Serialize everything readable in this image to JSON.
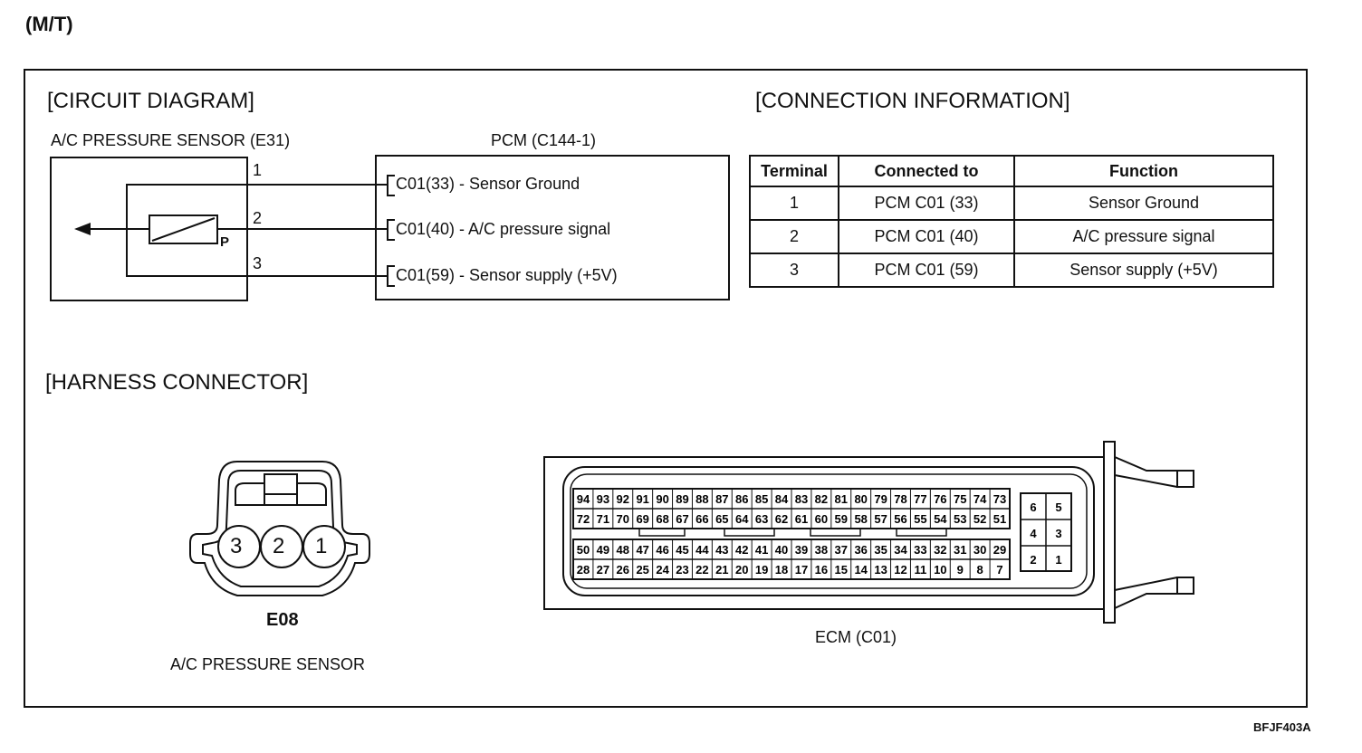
{
  "header": {
    "variant": "(M/T)"
  },
  "circuit": {
    "title": "[CIRCUIT DIAGRAM]",
    "sensor_label": "A/C PRESSURE SENSOR (E31)",
    "pcm_label": "PCM (C144-1)",
    "pin_numbers": [
      "1",
      "2",
      "3"
    ],
    "p_label": "P",
    "pcm_terminals": [
      "C01(33) - Sensor Ground",
      "C01(40) - A/C pressure signal",
      "C01(59) - Sensor supply (+5V)"
    ]
  },
  "connection": {
    "title": "[CONNECTION INFORMATION]",
    "headers": [
      "Terminal",
      "Connected to",
      "Function"
    ],
    "rows": [
      [
        "1",
        "PCM C01 (33)",
        "Sensor Ground"
      ],
      [
        "2",
        "PCM C01 (40)",
        "A/C pressure signal"
      ],
      [
        "3",
        "PCM C01 (59)",
        "Sensor supply (+5V)"
      ]
    ]
  },
  "harness": {
    "title": "[HARNESS CONNECTOR]",
    "e08_pins": [
      "3",
      "2",
      "1"
    ],
    "e08_code": "E08",
    "e08_name": "A/C PRESSURE SENSOR",
    "ecm_label": "ECM  (C01)",
    "ecm_rows": [
      [
        "94",
        "93",
        "92",
        "91",
        "90",
        "89",
        "88",
        "87",
        "86",
        "85",
        "84",
        "83",
        "82",
        "81",
        "80",
        "79",
        "78",
        "77",
        "76",
        "75",
        "74",
        "73"
      ],
      [
        "72",
        "71",
        "70",
        "69",
        "68",
        "67",
        "66",
        "65",
        "64",
        "63",
        "62",
        "61",
        "60",
        "59",
        "58",
        "57",
        "56",
        "55",
        "54",
        "53",
        "52",
        "51"
      ],
      [
        "50",
        "49",
        "48",
        "47",
        "46",
        "45",
        "44",
        "43",
        "42",
        "41",
        "40",
        "39",
        "38",
        "37",
        "36",
        "35",
        "34",
        "33",
        "32",
        "31",
        "30",
        "29"
      ],
      [
        "28",
        "27",
        "26",
        "25",
        "24",
        "23",
        "22",
        "21",
        "20",
        "19",
        "18",
        "17",
        "16",
        "15",
        "14",
        "13",
        "12",
        "11",
        "10",
        "9",
        "8",
        "7"
      ]
    ],
    "ecm_side": [
      [
        "6",
        "5"
      ],
      [
        "4",
        "3"
      ],
      [
        "2",
        "1"
      ]
    ]
  },
  "footer": {
    "code": "BFJF403A"
  }
}
